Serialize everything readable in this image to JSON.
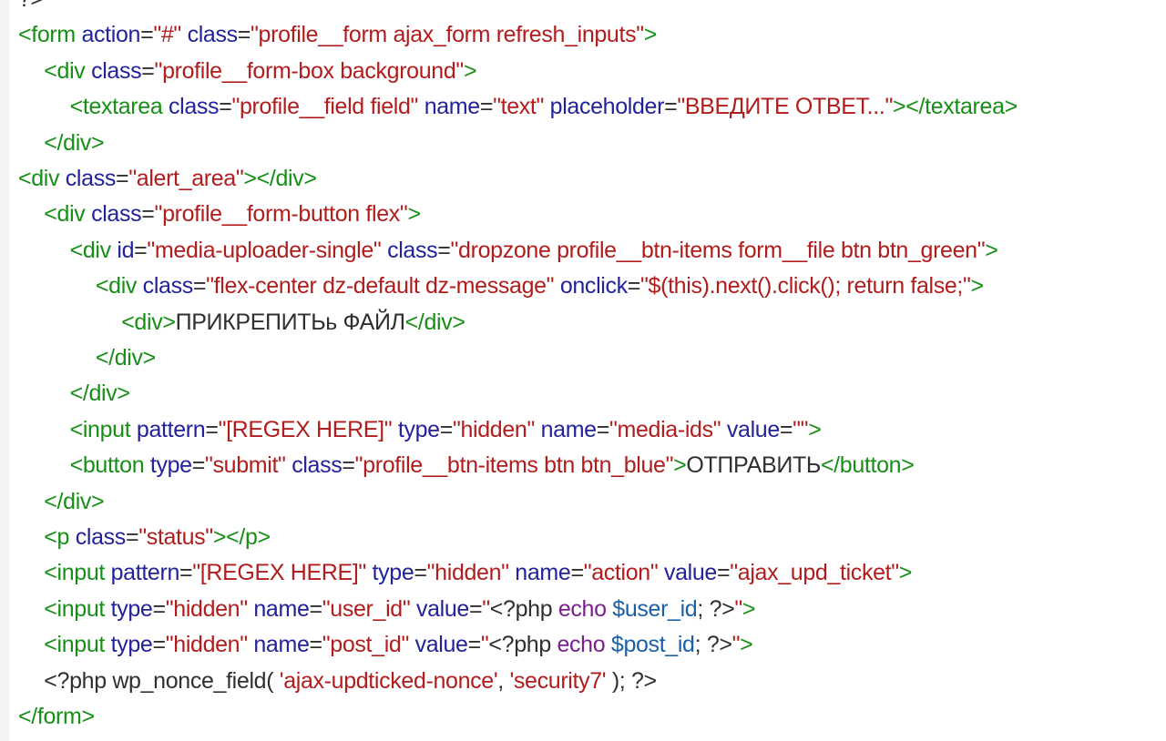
{
  "colors": {
    "tag": "#178f17",
    "attribute": "#22229a",
    "string": "#b11c1c",
    "text": "#2f2f2f",
    "keyword": "#7b1f8e",
    "variable": "#1a5fa8"
  },
  "lines": [
    {
      "indent": 0,
      "tokens": [
        {
          "t": "text",
          "v": "?>"
        }
      ]
    },
    {
      "indent": 0,
      "tokens": [
        {
          "t": "tag",
          "v": "<form"
        },
        {
          "t": "text",
          "v": " "
        },
        {
          "t": "attr",
          "v": "action"
        },
        {
          "t": "text",
          "v": "="
        },
        {
          "t": "str",
          "v": "\"#\""
        },
        {
          "t": "text",
          "v": " "
        },
        {
          "t": "attr",
          "v": "class"
        },
        {
          "t": "text",
          "v": "="
        },
        {
          "t": "str",
          "v": "\"profile__form ajax_form refresh_inputs\""
        },
        {
          "t": "tag",
          "v": ">"
        }
      ]
    },
    {
      "indent": 1,
      "tokens": [
        {
          "t": "tag",
          "v": "<div"
        },
        {
          "t": "text",
          "v": " "
        },
        {
          "t": "attr",
          "v": "class"
        },
        {
          "t": "text",
          "v": "="
        },
        {
          "t": "str",
          "v": "\"profile__form-box background\""
        },
        {
          "t": "tag",
          "v": ">"
        }
      ]
    },
    {
      "indent": 2,
      "tokens": [
        {
          "t": "tag",
          "v": "<textarea"
        },
        {
          "t": "text",
          "v": " "
        },
        {
          "t": "attr",
          "v": "class"
        },
        {
          "t": "text",
          "v": "="
        },
        {
          "t": "str",
          "v": "\"profile__field field\""
        },
        {
          "t": "text",
          "v": " "
        },
        {
          "t": "attr",
          "v": "name"
        },
        {
          "t": "text",
          "v": "="
        },
        {
          "t": "str",
          "v": "\"text\""
        },
        {
          "t": "text",
          "v": " "
        },
        {
          "t": "attr",
          "v": "placeholder"
        },
        {
          "t": "text",
          "v": "="
        },
        {
          "t": "str",
          "v": "\"ВВЕДИТЕ ОТВЕТ...\""
        },
        {
          "t": "tag",
          "v": "></textarea>"
        }
      ]
    },
    {
      "indent": 1,
      "tokens": [
        {
          "t": "tag",
          "v": "</div>"
        }
      ]
    },
    {
      "indent": 0,
      "tokens": [
        {
          "t": "tag",
          "v": "<div"
        },
        {
          "t": "text",
          "v": " "
        },
        {
          "t": "attr",
          "v": "class"
        },
        {
          "t": "text",
          "v": "="
        },
        {
          "t": "str",
          "v": "\"alert_area\""
        },
        {
          "t": "tag",
          "v": "></div>"
        }
      ]
    },
    {
      "indent": 1,
      "tokens": [
        {
          "t": "tag",
          "v": "<div"
        },
        {
          "t": "text",
          "v": " "
        },
        {
          "t": "attr",
          "v": "class"
        },
        {
          "t": "text",
          "v": "="
        },
        {
          "t": "str",
          "v": "\"profile__form-button flex\""
        },
        {
          "t": "tag",
          "v": ">"
        }
      ]
    },
    {
      "indent": 2,
      "tokens": [
        {
          "t": "tag",
          "v": "<div"
        },
        {
          "t": "text",
          "v": " "
        },
        {
          "t": "attr",
          "v": "id"
        },
        {
          "t": "text",
          "v": "="
        },
        {
          "t": "str",
          "v": "\"media-uploader-single\""
        },
        {
          "t": "text",
          "v": " "
        },
        {
          "t": "attr",
          "v": "class"
        },
        {
          "t": "text",
          "v": "="
        },
        {
          "t": "str",
          "v": "\"dropzone profile__btn-items form__file btn btn_green\""
        },
        {
          "t": "tag",
          "v": ">"
        }
      ]
    },
    {
      "indent": 3,
      "tokens": [
        {
          "t": "tag",
          "v": "<div"
        },
        {
          "t": "text",
          "v": " "
        },
        {
          "t": "attr",
          "v": "class"
        },
        {
          "t": "text",
          "v": "="
        },
        {
          "t": "str",
          "v": "\"flex-center dz-default dz-message\""
        },
        {
          "t": "text",
          "v": " "
        },
        {
          "t": "attr",
          "v": "onclick"
        },
        {
          "t": "text",
          "v": "="
        },
        {
          "t": "str",
          "v": "\"$(this).next().click(); return false;\""
        },
        {
          "t": "tag",
          "v": ">"
        }
      ]
    },
    {
      "indent": 4,
      "tokens": [
        {
          "t": "tag",
          "v": "<div>"
        },
        {
          "t": "text",
          "v": "ПРИКРЕПИТЬь ФАЙЛ"
        },
        {
          "t": "tag",
          "v": "</div>"
        }
      ]
    },
    {
      "indent": 3,
      "tokens": [
        {
          "t": "tag",
          "v": "</div>"
        }
      ]
    },
    {
      "indent": 2,
      "tokens": [
        {
          "t": "tag",
          "v": "</div>"
        }
      ]
    },
    {
      "indent": 2,
      "tokens": [
        {
          "t": "tag",
          "v": "<input"
        },
        {
          "t": "text",
          "v": " "
        },
        {
          "t": "attr",
          "v": "pattern"
        },
        {
          "t": "text",
          "v": "="
        },
        {
          "t": "str",
          "v": "\"[REGEX HERE]\""
        },
        {
          "t": "text",
          "v": " "
        },
        {
          "t": "attr",
          "v": "type"
        },
        {
          "t": "text",
          "v": "="
        },
        {
          "t": "str",
          "v": "\"hidden\""
        },
        {
          "t": "text",
          "v": " "
        },
        {
          "t": "attr",
          "v": "name"
        },
        {
          "t": "text",
          "v": "="
        },
        {
          "t": "str",
          "v": "\"media-ids\""
        },
        {
          "t": "text",
          "v": " "
        },
        {
          "t": "attr",
          "v": "value"
        },
        {
          "t": "text",
          "v": "="
        },
        {
          "t": "str",
          "v": "\"\""
        },
        {
          "t": "tag",
          "v": ">"
        }
      ]
    },
    {
      "indent": 2,
      "tokens": [
        {
          "t": "tag",
          "v": "<button"
        },
        {
          "t": "text",
          "v": " "
        },
        {
          "t": "attr",
          "v": "type"
        },
        {
          "t": "text",
          "v": "="
        },
        {
          "t": "str",
          "v": "\"submit\""
        },
        {
          "t": "text",
          "v": " "
        },
        {
          "t": "attr",
          "v": "class"
        },
        {
          "t": "text",
          "v": "="
        },
        {
          "t": "str",
          "v": "\"profile__btn-items btn btn_blue\""
        },
        {
          "t": "tag",
          "v": ">"
        },
        {
          "t": "text",
          "v": "ОТПРАВИТЬ"
        },
        {
          "t": "tag",
          "v": "</button>"
        }
      ]
    },
    {
      "indent": 1,
      "tokens": [
        {
          "t": "tag",
          "v": "</div>"
        }
      ]
    },
    {
      "indent": 1,
      "tokens": [
        {
          "t": "tag",
          "v": "<p"
        },
        {
          "t": "text",
          "v": " "
        },
        {
          "t": "attr",
          "v": "class"
        },
        {
          "t": "text",
          "v": "="
        },
        {
          "t": "str",
          "v": "\"status\""
        },
        {
          "t": "tag",
          "v": "></p>"
        }
      ]
    },
    {
      "indent": 1,
      "tokens": [
        {
          "t": "tag",
          "v": "<input"
        },
        {
          "t": "text",
          "v": " "
        },
        {
          "t": "attr",
          "v": "pattern"
        },
        {
          "t": "text",
          "v": "="
        },
        {
          "t": "str",
          "v": "\"[REGEX HERE]\""
        },
        {
          "t": "text",
          "v": " "
        },
        {
          "t": "attr",
          "v": "type"
        },
        {
          "t": "text",
          "v": "="
        },
        {
          "t": "str",
          "v": "\"hidden\""
        },
        {
          "t": "text",
          "v": " "
        },
        {
          "t": "attr",
          "v": "name"
        },
        {
          "t": "text",
          "v": "="
        },
        {
          "t": "str",
          "v": "\"action\""
        },
        {
          "t": "text",
          "v": " "
        },
        {
          "t": "attr",
          "v": "value"
        },
        {
          "t": "text",
          "v": "="
        },
        {
          "t": "str",
          "v": "\"ajax_upd_ticket\""
        },
        {
          "t": "tag",
          "v": ">"
        }
      ]
    },
    {
      "indent": 1,
      "tokens": [
        {
          "t": "tag",
          "v": "<input"
        },
        {
          "t": "text",
          "v": " "
        },
        {
          "t": "attr",
          "v": "type"
        },
        {
          "t": "text",
          "v": "="
        },
        {
          "t": "str",
          "v": "\"hidden\""
        },
        {
          "t": "text",
          "v": " "
        },
        {
          "t": "attr",
          "v": "name"
        },
        {
          "t": "text",
          "v": "="
        },
        {
          "t": "str",
          "v": "\"user_id\""
        },
        {
          "t": "text",
          "v": " "
        },
        {
          "t": "attr",
          "v": "value"
        },
        {
          "t": "text",
          "v": "="
        },
        {
          "t": "str",
          "v": "\""
        },
        {
          "t": "text",
          "v": "<?php "
        },
        {
          "t": "kw",
          "v": "echo"
        },
        {
          "t": "text",
          "v": " "
        },
        {
          "t": "var",
          "v": "$user_id"
        },
        {
          "t": "text",
          "v": "; ?>"
        },
        {
          "t": "str",
          "v": "\""
        },
        {
          "t": "tag",
          "v": ">"
        }
      ]
    },
    {
      "indent": 1,
      "tokens": [
        {
          "t": "tag",
          "v": "<input"
        },
        {
          "t": "text",
          "v": " "
        },
        {
          "t": "attr",
          "v": "type"
        },
        {
          "t": "text",
          "v": "="
        },
        {
          "t": "str",
          "v": "\"hidden\""
        },
        {
          "t": "text",
          "v": " "
        },
        {
          "t": "attr",
          "v": "name"
        },
        {
          "t": "text",
          "v": "="
        },
        {
          "t": "str",
          "v": "\"post_id\""
        },
        {
          "t": "text",
          "v": " "
        },
        {
          "t": "attr",
          "v": "value"
        },
        {
          "t": "text",
          "v": "="
        },
        {
          "t": "str",
          "v": "\""
        },
        {
          "t": "text",
          "v": "<?php "
        },
        {
          "t": "kw",
          "v": "echo"
        },
        {
          "t": "text",
          "v": " "
        },
        {
          "t": "var",
          "v": "$post_id"
        },
        {
          "t": "text",
          "v": "; ?>"
        },
        {
          "t": "str",
          "v": "\""
        },
        {
          "t": "tag",
          "v": ">"
        }
      ]
    },
    {
      "indent": 1,
      "tokens": [
        {
          "t": "text",
          "v": "<?php wp_nonce_field( "
        },
        {
          "t": "str",
          "v": "'ajax-updticked-nonce'"
        },
        {
          "t": "text",
          "v": ", "
        },
        {
          "t": "str",
          "v": "'security7'"
        },
        {
          "t": "text",
          "v": " ); ?>"
        }
      ]
    },
    {
      "indent": 0,
      "tokens": [
        {
          "t": "tag",
          "v": "</form>"
        }
      ]
    }
  ]
}
